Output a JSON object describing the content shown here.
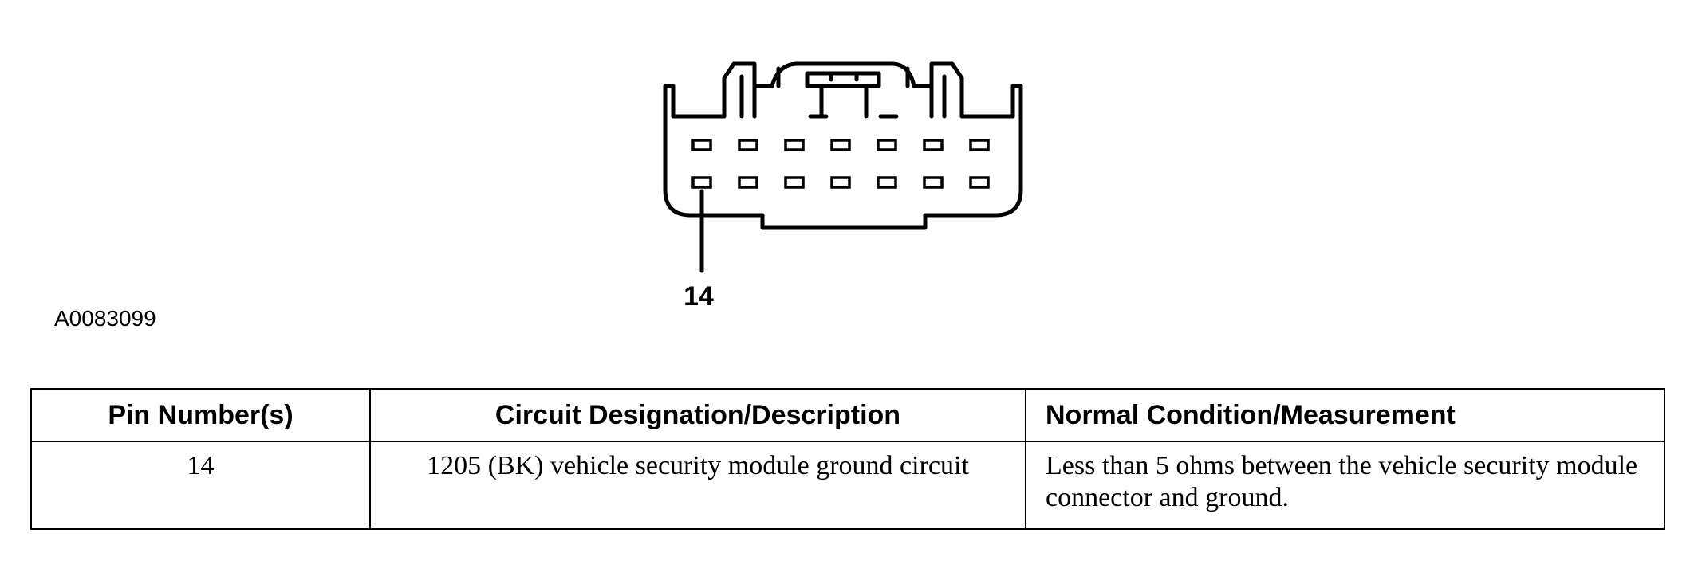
{
  "figure": {
    "id": "A0083099",
    "pin_callout": "14"
  },
  "connector": {
    "pin_rows": 2,
    "pins_per_row": 7,
    "callout_pin": 14
  },
  "table": {
    "headers": {
      "pin": "Pin Number(s)",
      "circuit": "Circuit Designation/Description",
      "condition": "Normal Condition/Measurement"
    },
    "rows": [
      {
        "pin": "14",
        "circuit": "1205 (BK) vehicle security module ground circuit",
        "condition": "Less than 5 ohms between the vehicle security module connector and ground."
      }
    ]
  }
}
